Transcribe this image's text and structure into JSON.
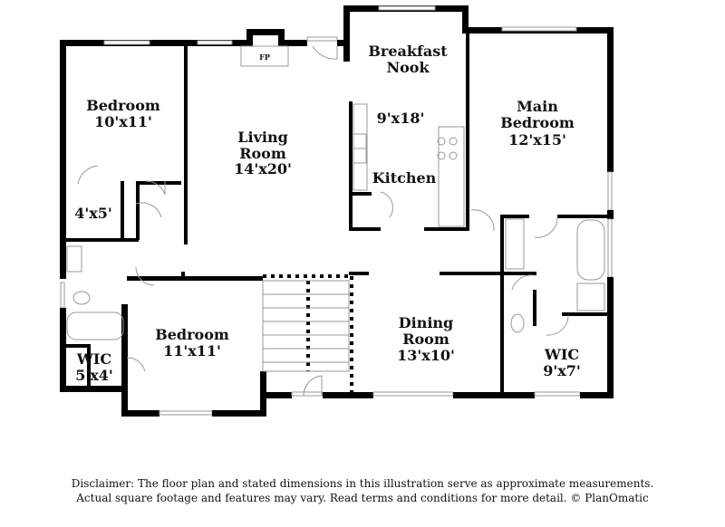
{
  "rooms": [
    {
      "id": "bedroom-1",
      "lines": [
        "Bedroom"
      ],
      "dims": "10'x11'"
    },
    {
      "id": "living-room",
      "lines": [
        "Living",
        "Room"
      ],
      "dims": "14'x20'"
    },
    {
      "id": "breakfast-nook",
      "lines": [
        "Breakfast",
        "Nook"
      ],
      "dims": "9'x18'"
    },
    {
      "id": "kitchen",
      "lines": [
        "Kitchen"
      ],
      "dims": ""
    },
    {
      "id": "main-bedroom",
      "lines": [
        "Main",
        "Bedroom"
      ],
      "dims": "12'x15'"
    },
    {
      "id": "closet",
      "lines": [],
      "dims": "4'x5'"
    },
    {
      "id": "bedroom-2",
      "lines": [
        "Bedroom"
      ],
      "dims": "11'x11'"
    },
    {
      "id": "dining-room",
      "lines": [
        "Dining",
        "Room"
      ],
      "dims": "13'x10'"
    },
    {
      "id": "wic-1",
      "lines": [
        "WIC"
      ],
      "dims": "5'x4'"
    },
    {
      "id": "wic-2",
      "lines": [
        "WIC"
      ],
      "dims": "9'x7'"
    }
  ],
  "fireplace_label": "FP",
  "disclaimer": [
    "Disclaimer: The floor plan and stated dimensions in this illustration serve as approximate measurements.",
    "Actual square footage and features may vary. Read terms and conditions for more detail. © PlanOmatic"
  ]
}
